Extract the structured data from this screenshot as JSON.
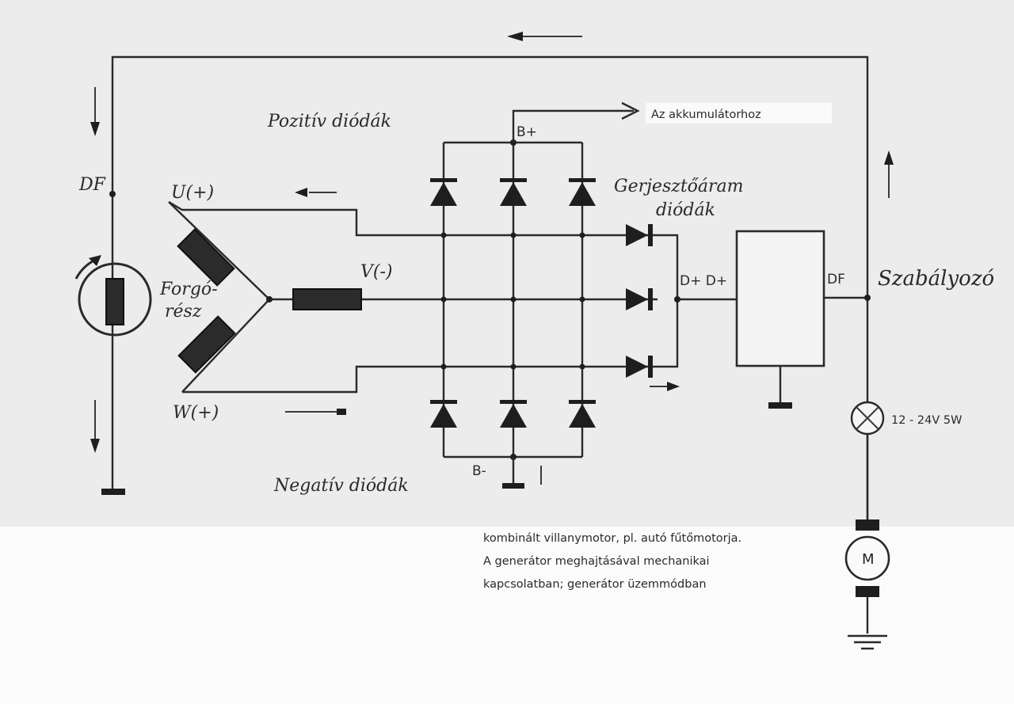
{
  "labels": {
    "df_left": "DF",
    "gerjeszto": "Forgó-\nrész",
    "u": "U(+)",
    "w": "W(+)",
    "v": "V(-)",
    "plus_diodes": "Pozitív diódák",
    "b_plus": "B+",
    "to_battery": "Az akkumulátorhoz",
    "exciter_diodes": "Gerjesztőáram\ndiódák",
    "d_plus": "D+ D+",
    "df_right": "DF",
    "regulator": "Szabályozó",
    "minus_diodes": "Negatív diódák",
    "b_minus": "B-",
    "lamp": "12 - 24V 5W",
    "motor": "M",
    "caption": [
      "kombinált villanymotor, pl. autó fűtőmotorja.",
      "A generátor meghajtásával mechanikai",
      "kapcsolatban; generátor üzemmódban"
    ]
  },
  "colors": {
    "ink": "#2a2a2a",
    "paper": "#f2f2f2"
  }
}
